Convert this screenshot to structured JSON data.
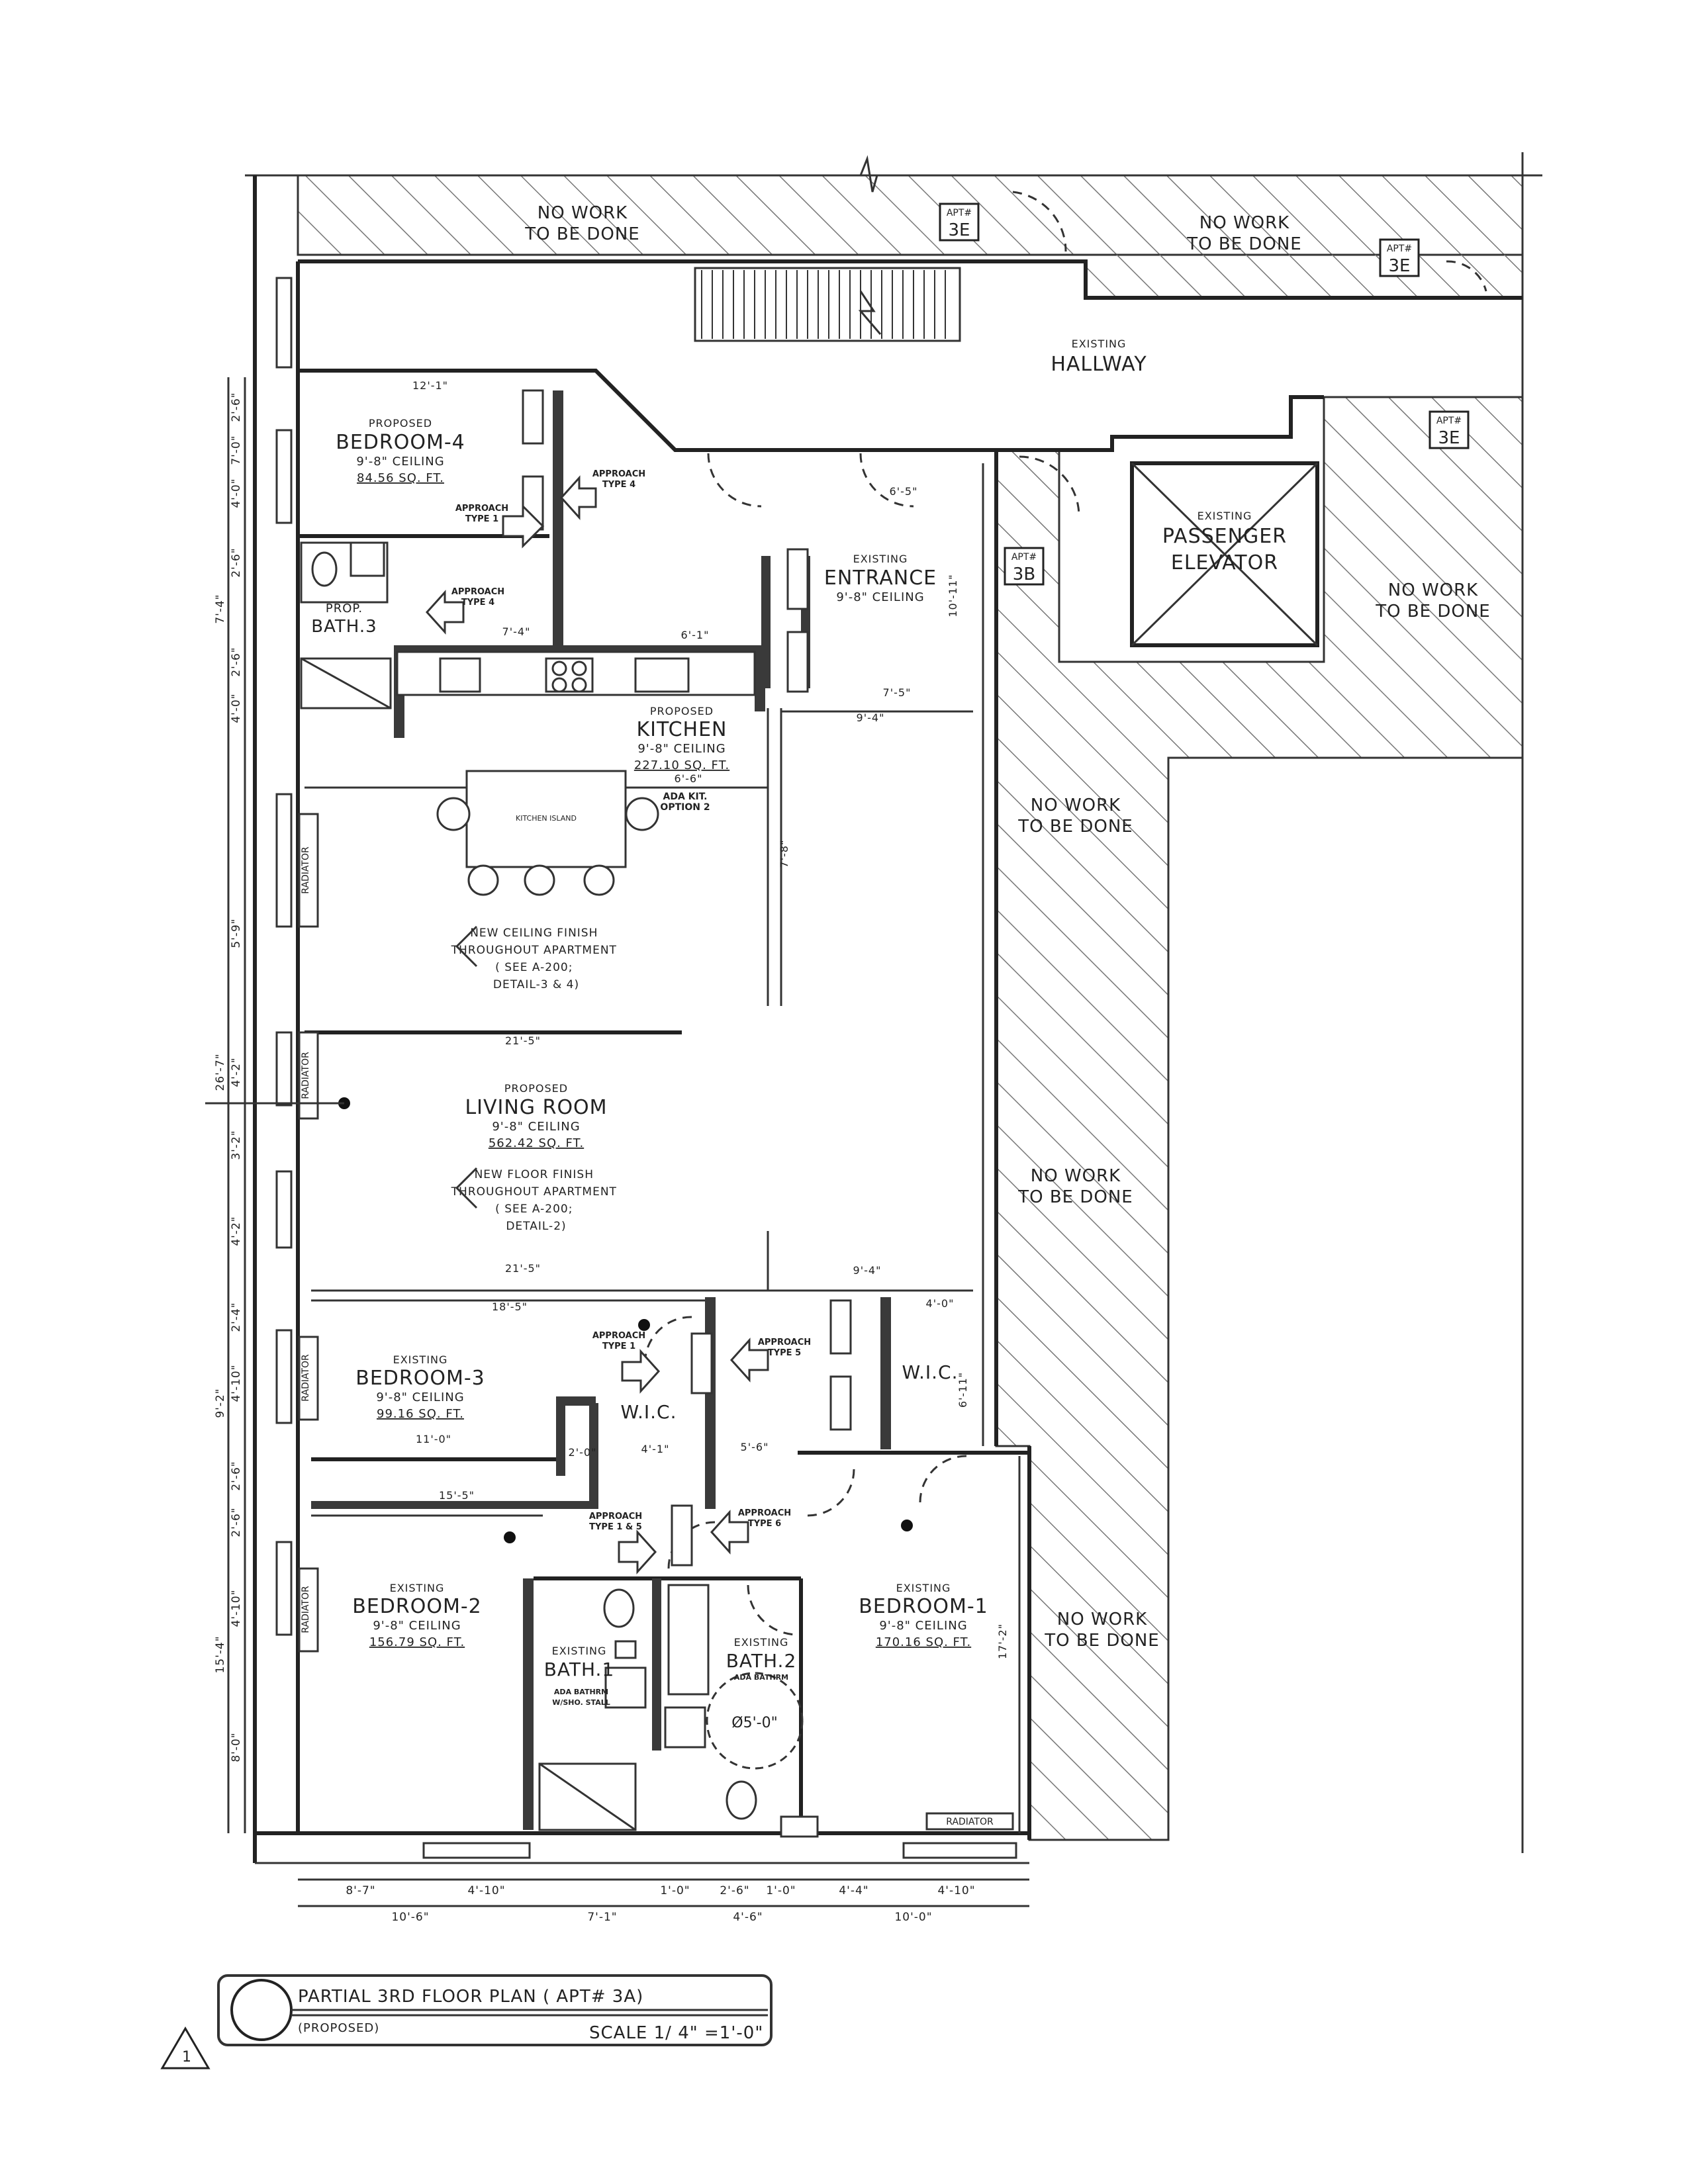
{
  "no_work_label": "NO WORK\nTO BE DONE",
  "apt_tag_label": "APT#",
  "apt_tag_neighbor": "3E",
  "apt_tag_own": "3B",
  "hallway": {
    "small": "EXISTING",
    "big": "HALLWAY"
  },
  "elevator": {
    "small": "EXISTING",
    "big1": "PASSENGER",
    "big2": "ELEVATOR"
  },
  "entrance": {
    "small": "EXISTING",
    "big": "ENTRANCE",
    "ceiling": "9'-8\" CEILING"
  },
  "bedroom4": {
    "small": "PROPOSED",
    "big": "BEDROOM-4",
    "ceiling": "9'-8\" CEILING",
    "area": "84.56 SQ. FT."
  },
  "bath3": {
    "small": "PROP.",
    "big": "BATH.3"
  },
  "kitchen": {
    "small": "PROPOSED",
    "big": "KITCHEN",
    "ceiling": "9'-8\" CEILING",
    "area": "227.10 SQ. FT."
  },
  "kitchen_island": "KITCHEN ISLAND",
  "ada_kit": "ADA KIT.\nOPTION 2",
  "living": {
    "small": "PROPOSED",
    "big": "LIVING ROOM",
    "ceiling": "9'-8\" CEILING",
    "area": "562.42 SQ. FT."
  },
  "note_ceiling": [
    "NEW CEILING FINISH",
    "THROUGHOUT APARTMENT",
    "( SEE A-200;",
    "DETAIL-3 & 4)"
  ],
  "note_floor": [
    "NEW FLOOR FINISH",
    "THROUGHOUT APARTMENT",
    "( SEE A-200;",
    "DETAIL-2)"
  ],
  "bedroom3": {
    "small": "EXISTING",
    "big": "BEDROOM-3",
    "ceiling": "9'-8\" CEILING",
    "area": "99.16 SQ. FT."
  },
  "bedroom2": {
    "small": "EXISTING",
    "big": "BEDROOM-2",
    "ceiling": "9'-8\" CEILING",
    "area": "156.79 SQ. FT."
  },
  "bedroom1": {
    "small": "EXISTING",
    "big": "BEDROOM-1",
    "ceiling": "9'-8\" CEILING",
    "area": "170.16 SQ. FT."
  },
  "bath1": {
    "small": "EXISTING",
    "big": "BATH.1",
    "note": "ADA BATHRM\nW/SHO. STALL"
  },
  "bath2": {
    "small": "EXISTING",
    "big": "BATH.2",
    "note": "ADA BATHRM",
    "circle": "Ø5'-0\""
  },
  "wic": "W.I.C.",
  "radiator": "RADIATOR",
  "approach": {
    "t1_bed4": "APPROACH\nTYPE 1",
    "t4_a": "APPROACH\nTYPE 4",
    "t4_b": "APPROACH\nTYPE 4",
    "t1_bed3": "APPROACH\nTYPE 1",
    "t5": "APPROACH\nTYPE 5",
    "t15": "APPROACH\nTYPE 1 & 5",
    "t6": "APPROACH\nTYPE 6"
  },
  "dims_left": [
    "2'-6\"",
    "7'-0\"",
    "4'-0\"",
    "2'-6\"",
    "7'-4\"",
    "2'-6\"",
    "4'-0\"",
    "26'-7\"",
    "5'-9\"",
    "4'-2\"",
    "3'-2\"",
    "4'-2\"",
    "2'-4\"",
    "4'-10\"",
    "9'-2\"",
    "2'-6\"",
    "2'-6\"",
    "4'-10\"",
    "15'-4\"",
    "8'-0\""
  ],
  "dims_bottom_1": [
    "8'-7\"",
    "4'-10\"",
    "1'-0\"",
    "2'-6\"",
    "1'-0\"",
    "4'-4\"",
    "4'-10\""
  ],
  "dims_bottom_2": [
    "10'-6\"",
    "7'-1\"",
    "4'-6\"",
    "10'-0\""
  ],
  "dims_misc": [
    "12'-1\"",
    "7'-4\"",
    "6'-1\"",
    "6'-5\"",
    "7'-5\"",
    "9'-4\"",
    "10'-11\"",
    "7'-8\"",
    "6'-6\"",
    "21'-5\"",
    "21'-5\"",
    "18'-5\"",
    "11'-0\"",
    "15'-5\"",
    "9'-4\"",
    "4'-0\"",
    "6'-11\"",
    "17'-2\"",
    "5'-6\"",
    "4'-1\"",
    "2'-0\""
  ],
  "title_block": {
    "title": "PARTIAL 3RD FLOOR PLAN ( APT# 3A)",
    "subtitle": "(PROPOSED)",
    "scale": "SCALE 1/ 4\" =1'-0\"",
    "number": "1"
  }
}
